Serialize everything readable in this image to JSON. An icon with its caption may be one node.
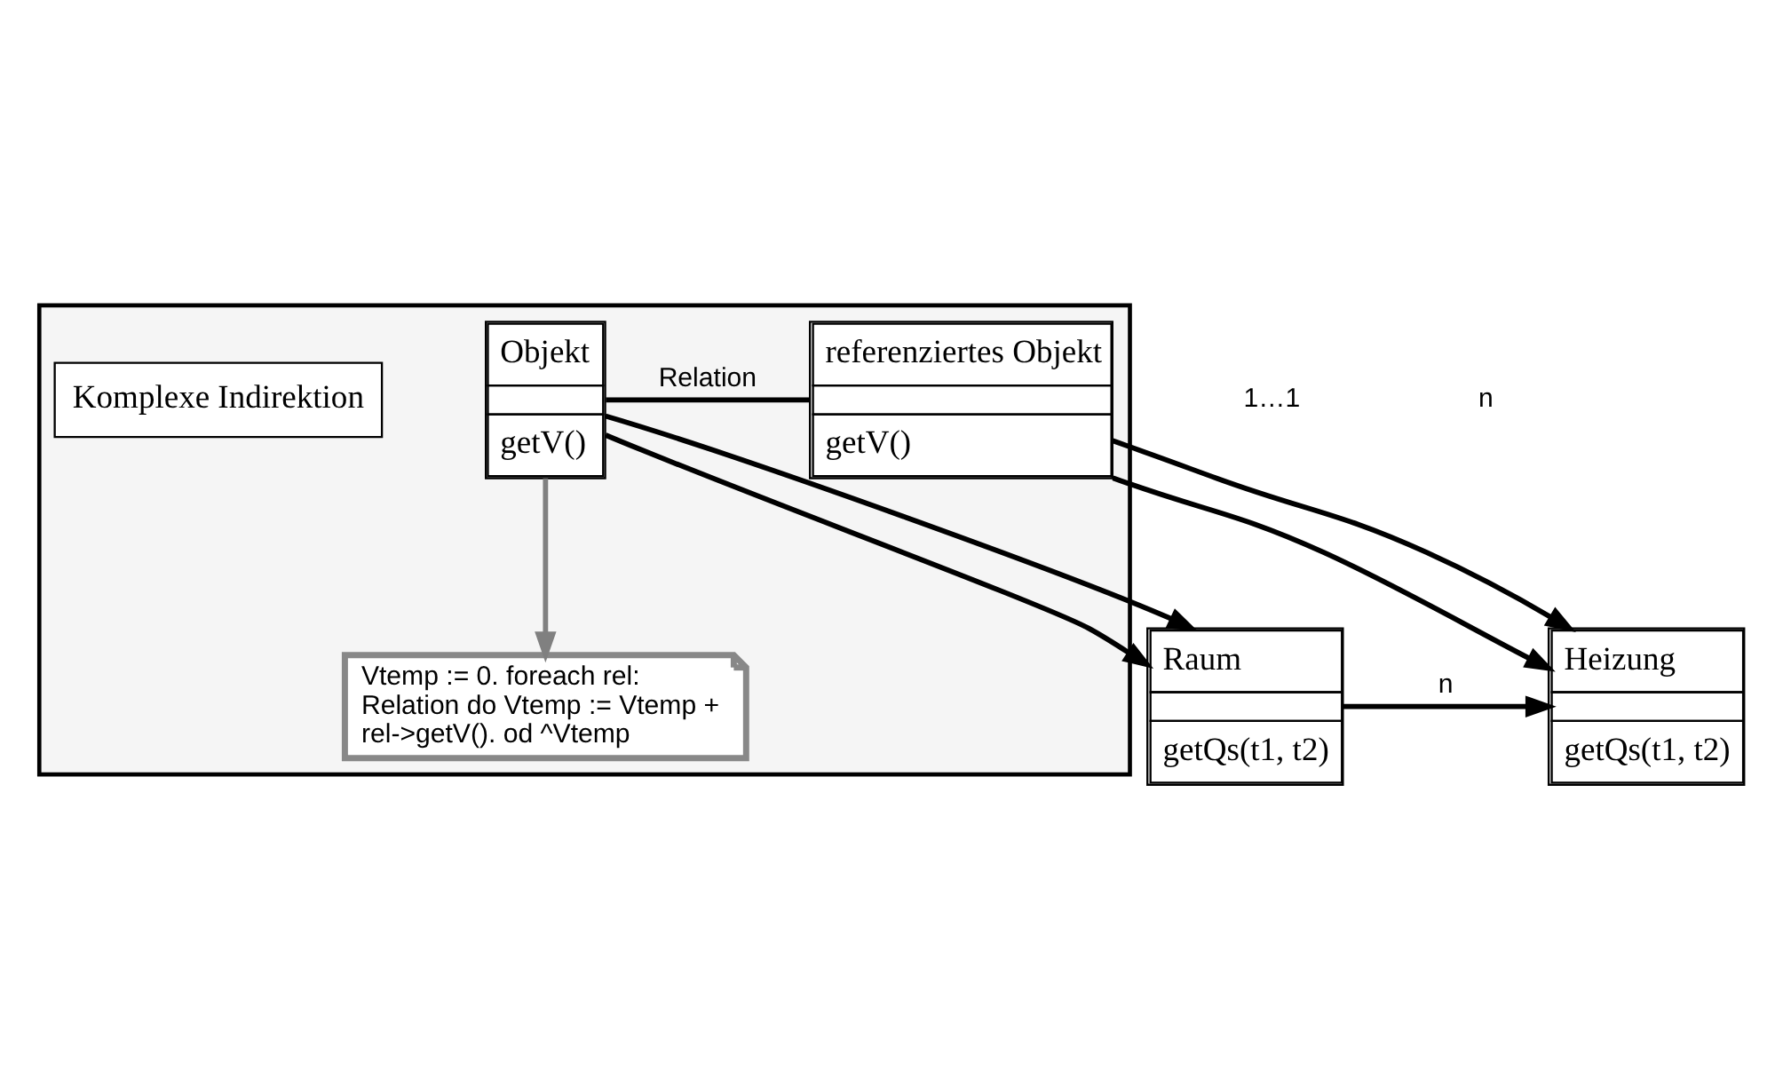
{
  "diagram": {
    "nodes": [
      {
        "text": [],
        "shape": "box"
      },
      {
        "text": [
          "Objekt",
          "getV()"
        ],
        "in": 0
      },
      {
        "text": [
          "referenziertes Objekt",
          "getV()"
        ],
        "in": 0
      },
      {
        "text": [
          "Vtemp := 0. foreach rel: Relation do Vtemp := Vtemp + rel->getV(). od ^Vtemp"
        ],
        "in": 0
      },
      {
        "text": [
          "Komplexe Indirektion"
        ],
        "in": 0
      },
      {
        "text": [
          "Raum",
          "getQs(t1, t2)"
        ]
      },
      {
        "text": [
          "Heizung",
          "getQs(t1, t2)"
        ]
      }
    ],
    "edges": [
      {
        "from": 1,
        "to": 2,
        "arrow": "none",
        "label": "Relation"
      },
      {
        "from": 1,
        "to": 3,
        "arrow": "to",
        "color": "#808080"
      },
      {
        "from": 1,
        "to": 5,
        "arrow": "to"
      },
      {
        "from": 1,
        "to": 5,
        "arrow": "to"
      },
      {
        "from": 2,
        "to": 6,
        "arrow": "to"
      },
      {
        "from": 2,
        "to": 6,
        "arrow": "to"
      },
      {
        "from": 5,
        "to": 6,
        "arrow": "to",
        "label": "n"
      }
    ],
    "labels": [
      "1…1",
      "n"
    ]
  }
}
